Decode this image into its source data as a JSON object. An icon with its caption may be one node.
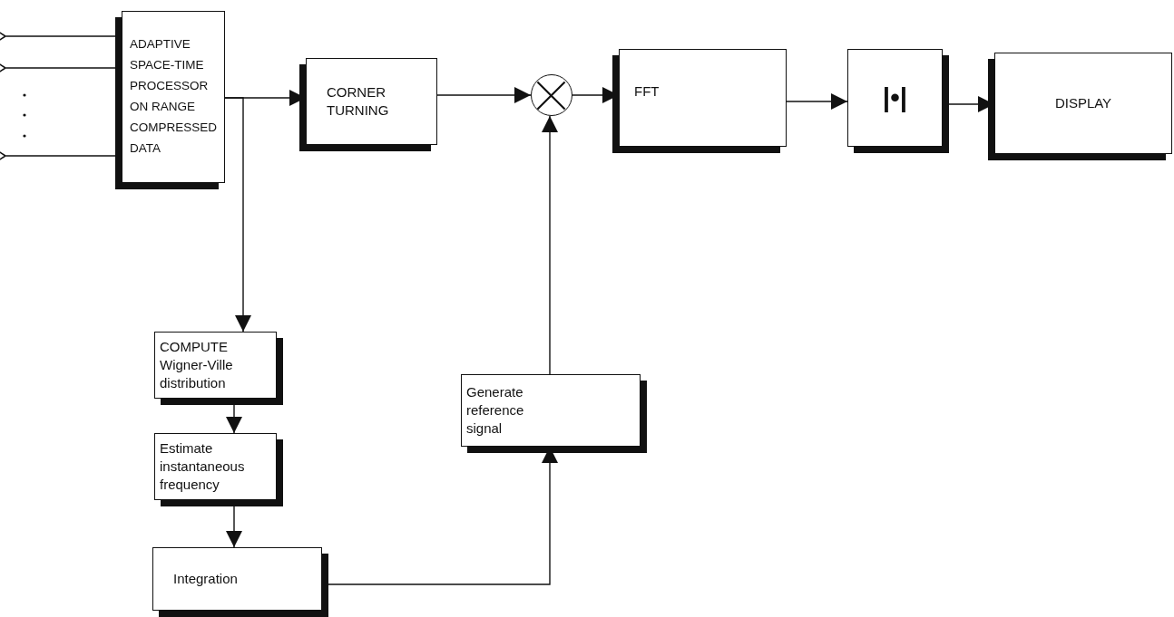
{
  "diagram": {
    "nodes": [
      {
        "text": [
          "ADAPTIVE SPACE-TIME PROCESSOR ON RANGE COMPRESSED DATA"
        ]
      },
      {
        "text": [
          "CORNER TURNING"
        ]
      },
      {
        "text": [],
        "shape": "circle"
      },
      {
        "text": [
          "FFT"
        ]
      },
      {
        "text": [
          "|•|"
        ]
      },
      {
        "text": [
          "DISPLAY"
        ]
      },
      {
        "text": [
          "COMPUTE Wigner-Ville distribution"
        ]
      },
      {
        "text": [
          "Estimate instantaneous frequency"
        ]
      },
      {
        "text": [
          "Integration"
        ]
      },
      {
        "text": [
          "Generate reference signal"
        ]
      }
    ],
    "edges": [
      {
        "from": null,
        "to": 0,
        "arrow": "other"
      },
      {
        "from": null,
        "to": 0,
        "arrow": "other"
      },
      {
        "from": null,
        "to": 0,
        "arrow": "other"
      },
      {
        "from": 0,
        "to": 1,
        "arrow": "to"
      },
      {
        "from": 0,
        "to": 6,
        "arrow": "to"
      },
      {
        "from": 1,
        "to": 2,
        "arrow": "to"
      },
      {
        "from": 2,
        "to": 3,
        "arrow": "to"
      },
      {
        "from": 3,
        "to": 4,
        "arrow": "to"
      },
      {
        "from": 4,
        "to": 5,
        "arrow": "to"
      },
      {
        "from": 6,
        "to": 7,
        "arrow": "to"
      },
      {
        "from": 7,
        "to": 8,
        "arrow": "to"
      },
      {
        "from": 8,
        "to": 9,
        "arrow": "to"
      },
      {
        "from": 9,
        "to": 2,
        "arrow": "to"
      }
    ]
  }
}
